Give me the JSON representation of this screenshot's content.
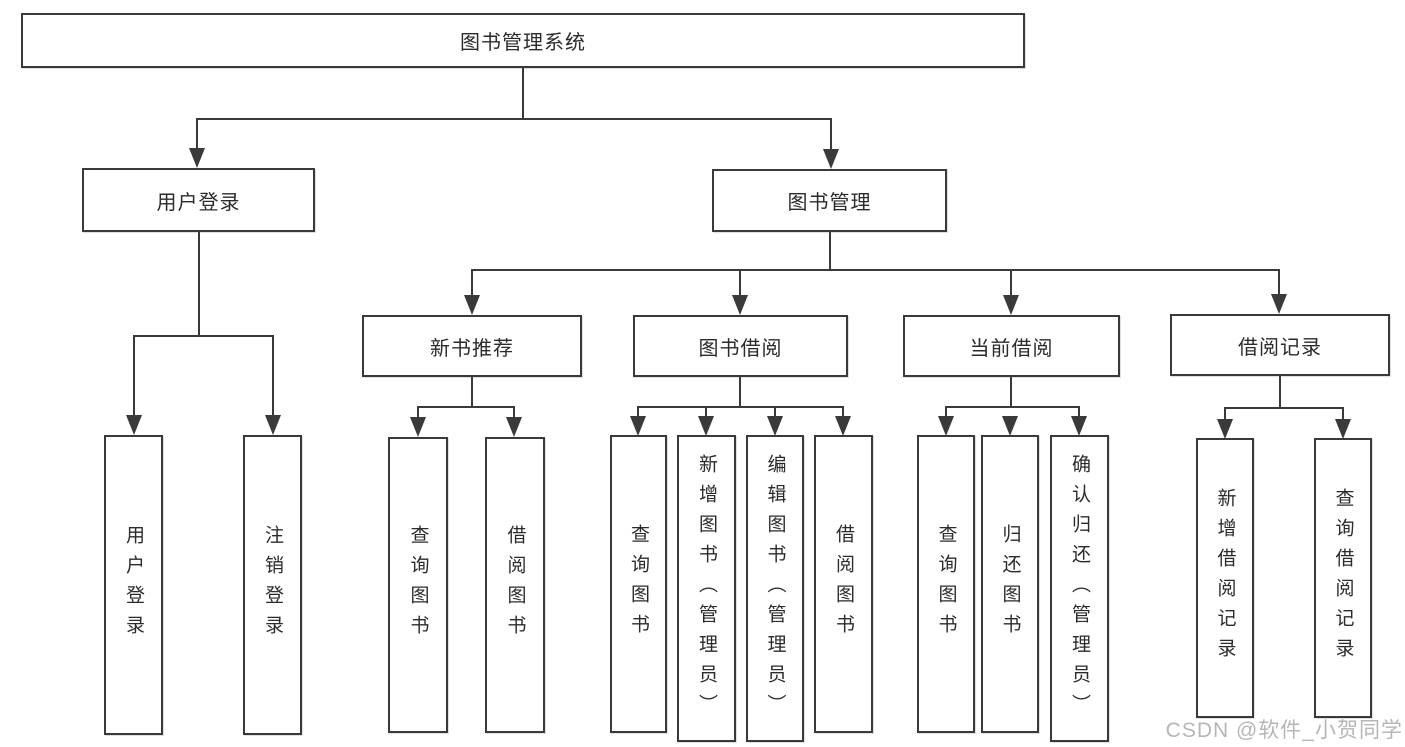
{
  "diagram": {
    "root": {
      "label": "图书管理系统"
    },
    "level2": [
      {
        "label": "用户登录"
      },
      {
        "label": "图书管理"
      }
    ],
    "level3": [
      {
        "label": "新书推荐"
      },
      {
        "label": "图书借阅"
      },
      {
        "label": "当前借阅"
      },
      {
        "label": "借阅记录"
      }
    ],
    "leaves": {
      "user_login": [
        {
          "label": "用户登录"
        },
        {
          "label": "注销登录"
        }
      ],
      "new_books": [
        {
          "label": "查询图书"
        },
        {
          "label": "借阅图书"
        }
      ],
      "book_borrow": [
        {
          "label": "查询图书"
        },
        {
          "label": "新增图书（管理员）"
        },
        {
          "label": "编辑图书（管理员）"
        },
        {
          "label": "借阅图书"
        }
      ],
      "current_borrow": [
        {
          "label": "查询图书"
        },
        {
          "label": "归还图书"
        },
        {
          "label": "确认归还（管理员）"
        }
      ],
      "borrow_records": [
        {
          "label": "新增借阅记录"
        },
        {
          "label": "查询借阅记录"
        }
      ]
    }
  },
  "watermark": {
    "text": "CSDN @软件_小贺同学"
  },
  "colors": {
    "line": "#3a3a3a",
    "text": "#2b2b2b",
    "background": "#ffffff",
    "watermark": "#b2b2b2"
  }
}
